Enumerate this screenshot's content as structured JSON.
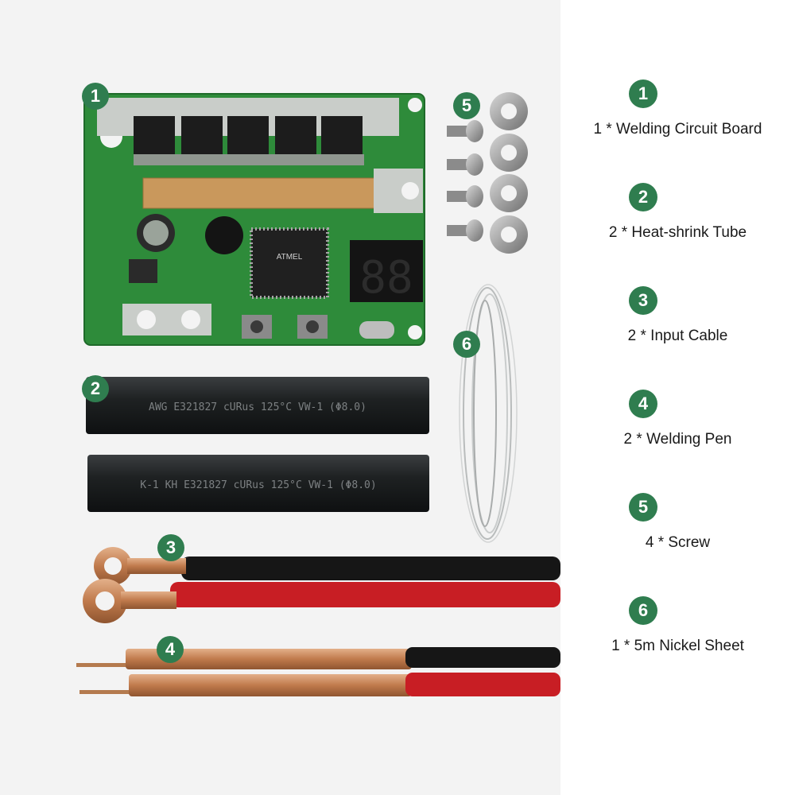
{
  "colors": {
    "badge": "#2f7d4f",
    "pcb": "#2e8b3a",
    "heatshrink": "#1e2122",
    "cable_red": "#c81e24",
    "cable_black": "#161616",
    "copper": "#c88a5a"
  },
  "photo_badges": [
    "1",
    "2",
    "3",
    "4",
    "5",
    "6"
  ],
  "board_printing": {
    "display_digits": "88",
    "chip_mark": "ATMEL"
  },
  "tube_printing": {
    "tube_top": "AWG E321827 cURus 125°C VW-1 (Φ8.0)",
    "tube_bottom": "K-1 KH E321827 cURus 125°C VW-1 (Φ8.0)"
  },
  "legend": [
    {
      "number": "1",
      "label": "1 * Welding Circuit Board"
    },
    {
      "number": "2",
      "label": "2 * Heat-shrink Tube"
    },
    {
      "number": "3",
      "label": "2 * Input Cable"
    },
    {
      "number": "4",
      "label": "2 * Welding Pen"
    },
    {
      "number": "5",
      "label": "4 * Screw"
    },
    {
      "number": "6",
      "label": "1 * 5m Nickel Sheet"
    }
  ]
}
